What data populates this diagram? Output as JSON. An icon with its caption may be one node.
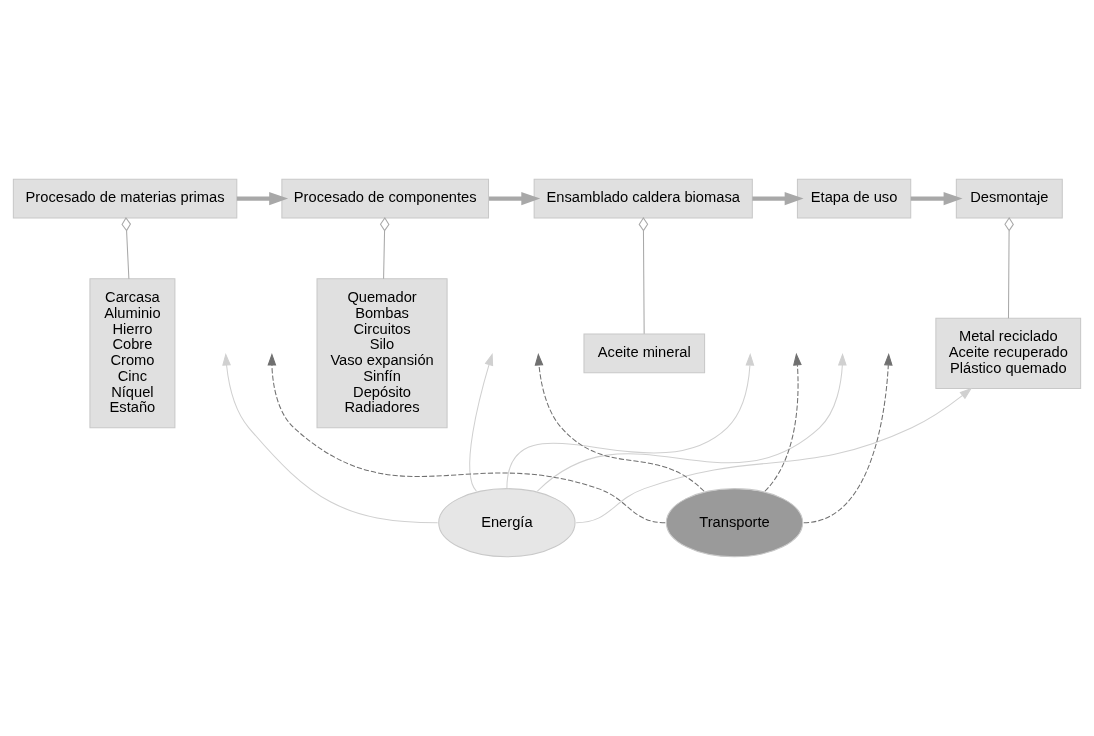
{
  "diagram": {
    "nodes": [
      {
        "text": [
          "Procesado de materias primas"
        ]
      },
      {
        "text": [
          "Procesado de componentes"
        ]
      },
      {
        "text": [
          "Ensamblado caldera biomasa"
        ]
      },
      {
        "text": [
          "Etapa de uso"
        ]
      },
      {
        "text": [
          "Desmontaje"
        ]
      },
      {
        "text": [
          "Carcasa",
          "Aluminio",
          "Hierro",
          "Cobre",
          "Cromo",
          "Cinc",
          "Níquel",
          "Estaño"
        ]
      },
      {
        "text": [
          "Quemador",
          "Bombas",
          "Circuitos",
          "Silo",
          "Vaso expansión",
          "Sinfín",
          "Depósito",
          "Radiadores"
        ]
      },
      {
        "text": [
          "Aceite mineral"
        ]
      },
      {
        "text": [
          "Metal reciclado",
          "Aceite recuperado",
          "Plástico quemado"
        ]
      },
      {
        "text": [
          "Energía"
        ]
      },
      {
        "text": [
          "Transporte"
        ]
      }
    ],
    "edges": [
      {
        "from": 0,
        "to": 1,
        "arrow": "to",
        "style": "thick"
      },
      {
        "from": 1,
        "to": 2,
        "arrow": "to",
        "style": "thick"
      },
      {
        "from": 2,
        "to": 3,
        "arrow": "to",
        "style": "thick"
      },
      {
        "from": 3,
        "to": 4,
        "arrow": "to",
        "style": "thick"
      },
      {
        "from": 0,
        "to": 5,
        "arrow": "other"
      },
      {
        "from": 1,
        "to": 6,
        "arrow": "other"
      },
      {
        "from": 2,
        "to": 7,
        "arrow": "other"
      },
      {
        "from": 4,
        "to": 8,
        "arrow": "other"
      },
      {
        "from": 9,
        "to": null,
        "arrow": "to",
        "color": "#d0d0d0"
      },
      {
        "from": 9,
        "to": null,
        "arrow": "to",
        "color": "#d0d0d0"
      },
      {
        "from": 9,
        "to": null,
        "arrow": "to",
        "color": "#d0d0d0"
      },
      {
        "from": 9,
        "to": null,
        "arrow": "to",
        "color": "#d0d0d0"
      },
      {
        "from": 9,
        "to": 8,
        "arrow": "to",
        "color": "#d0d0d0"
      },
      {
        "from": 10,
        "to": null,
        "arrow": "to",
        "style": "dashed",
        "color": "#707070"
      },
      {
        "from": 10,
        "to": null,
        "arrow": "to",
        "style": "dashed",
        "color": "#707070"
      },
      {
        "from": 10,
        "to": null,
        "arrow": "to",
        "style": "dashed",
        "color": "#707070"
      },
      {
        "from": 10,
        "to": null,
        "arrow": "to",
        "style": "dashed",
        "color": "#707070"
      }
    ]
  }
}
